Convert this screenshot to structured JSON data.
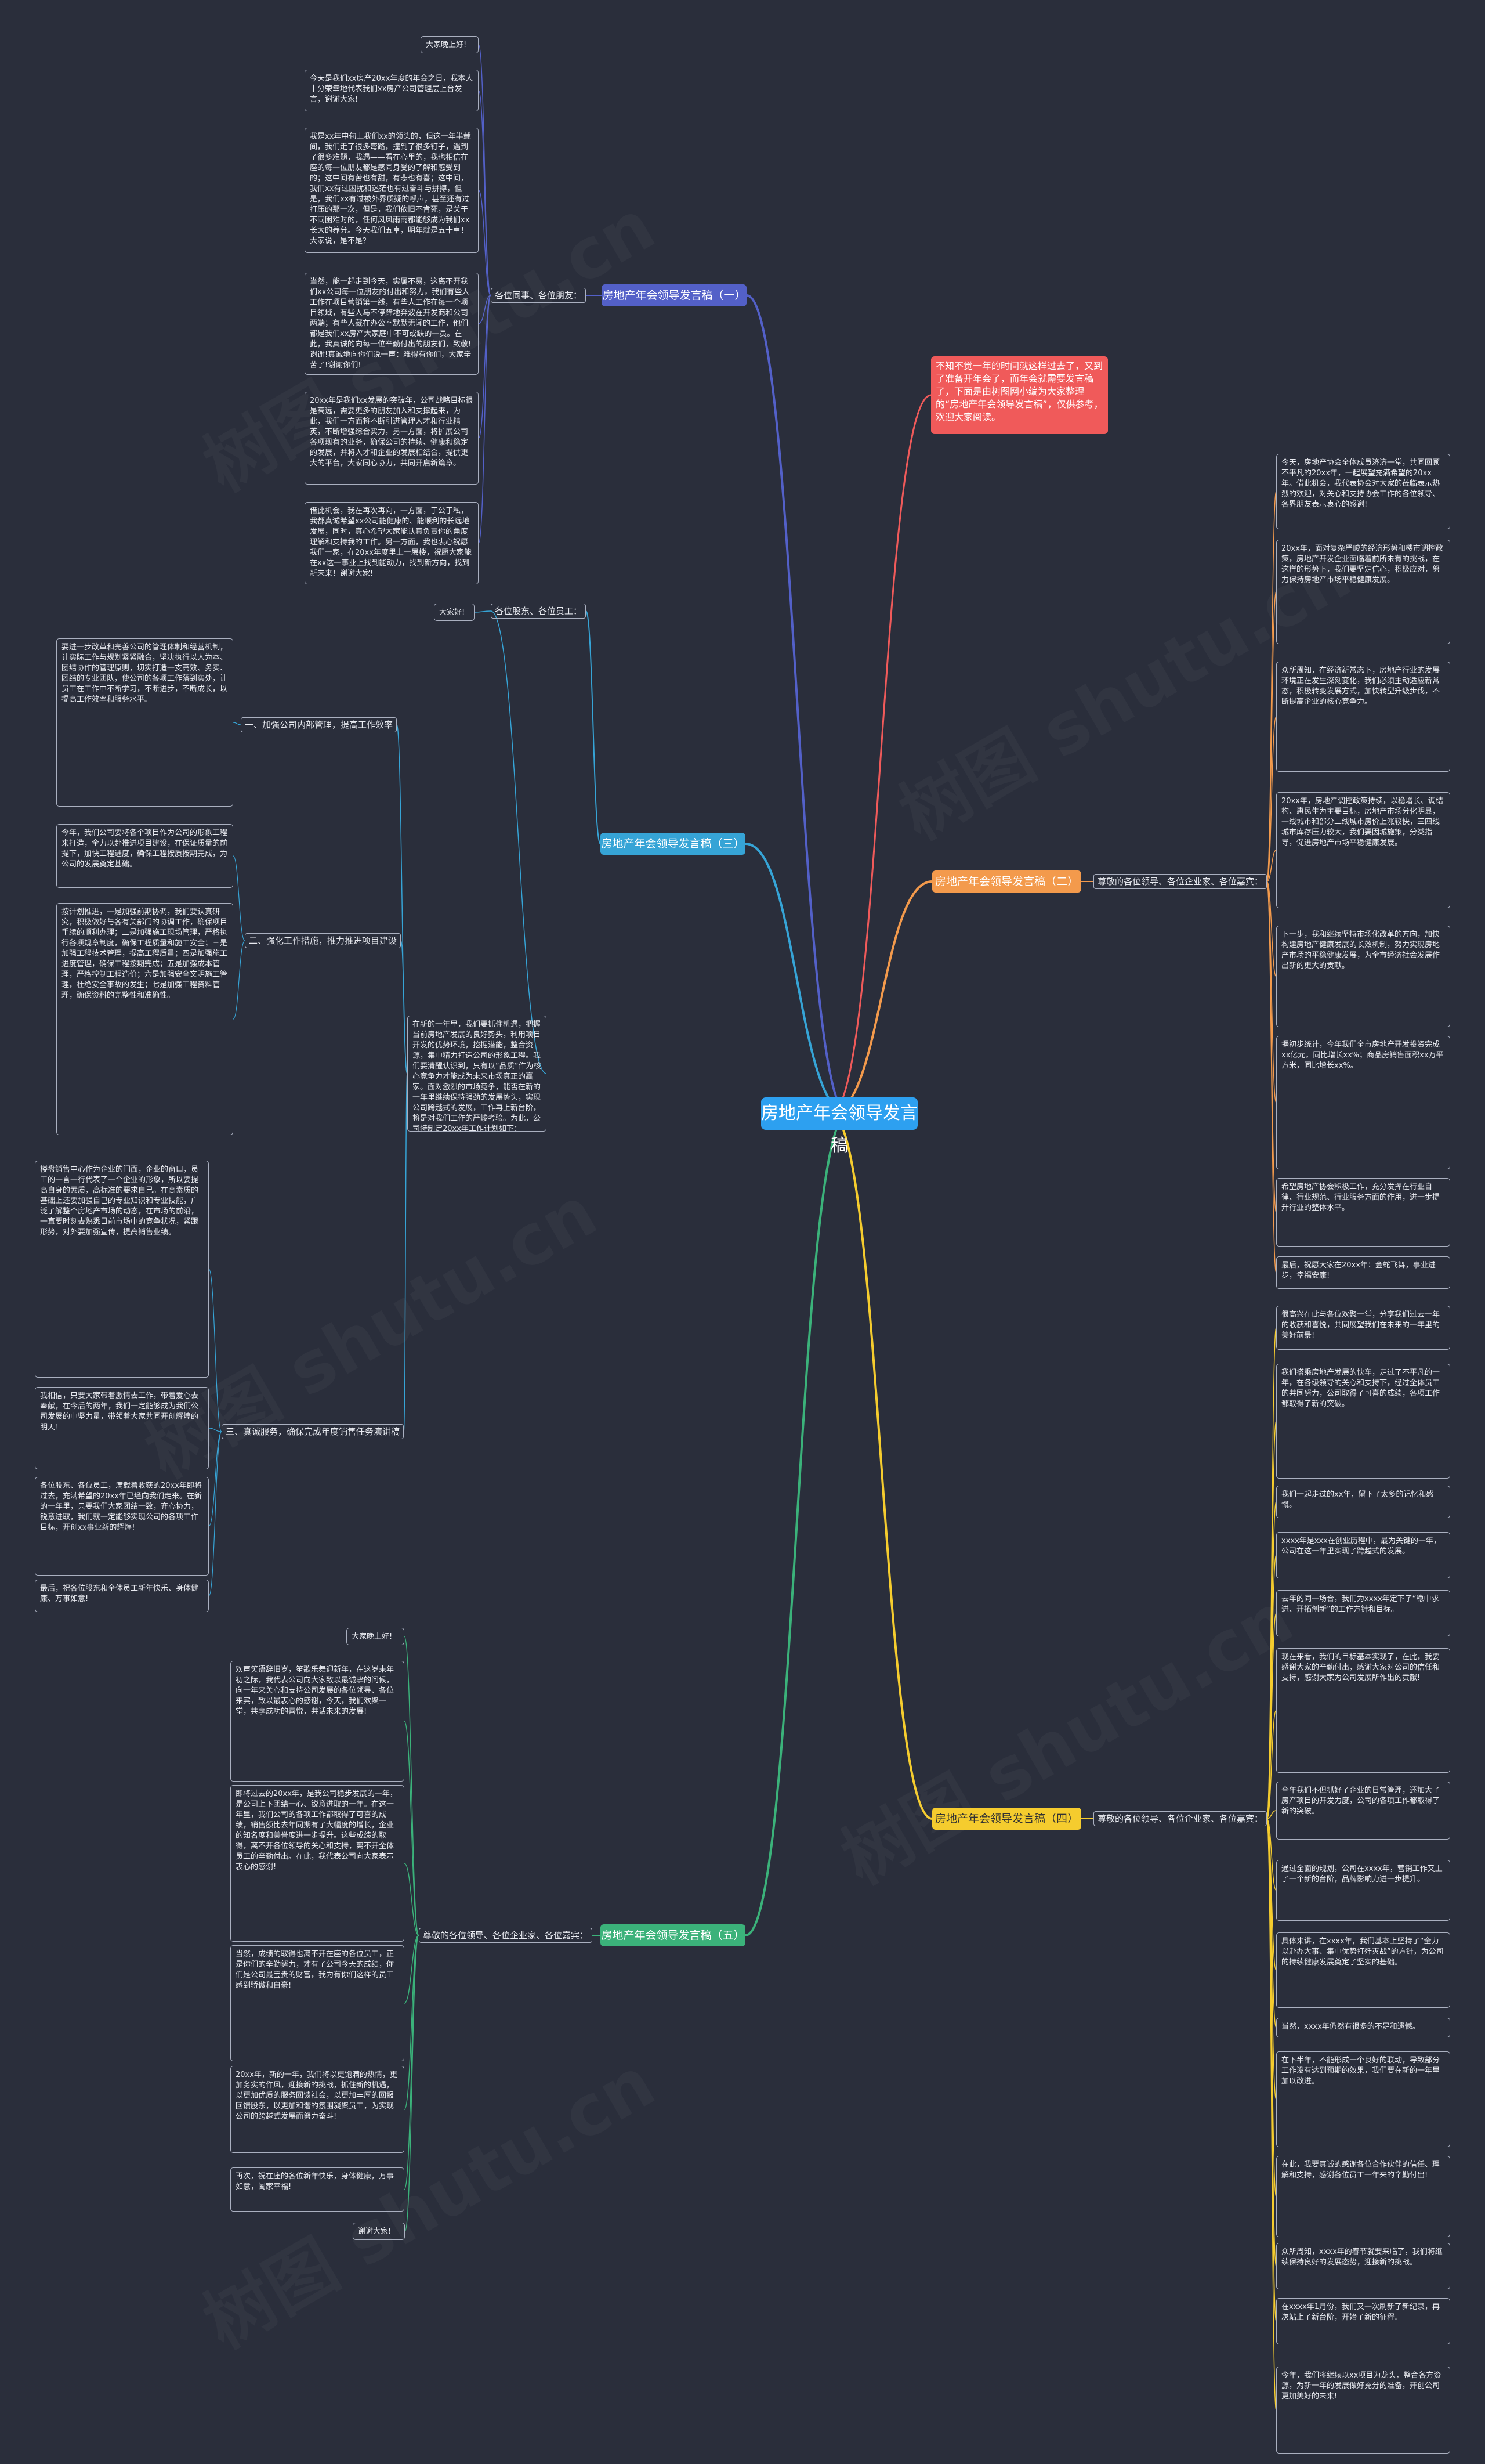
{
  "root": "房地产年会领导发言稿",
  "intro": "不知不觉一年的时间就这样过去了，又到了准备开年会了，而年会就需要发言稿了，下面是由树图网小编为大家整理的“房地产年会领导发言稿”，仅供参考，欢迎大家阅读。",
  "branches": {
    "b1": {
      "title": "房地产年会领导发言稿（一）",
      "mid": "各位同事、各位朋友：",
      "leaves": [
        "大家晚上好!",
        "今天是我们xx房产20xx年度的年会之日，我本人十分荣幸地代表我们xx房产公司管理层上台发言，谢谢大家!",
        "我是xx年中旬上我们xx的领头的，但这一年半载间，我们走了很多弯路，撞到了很多钉子，遇到了很多难题，我遇——看在心里的，我也相信在座的每一位朋友都是感同身受的了解和感受到的；这中间有苦也有甜，有悲也有喜；这中间，我们xx有过困扰和迷茫也有过奋斗与拼搏，但是，我们xx有过被外界质疑的呼声，甚至还有过打压的那一次，但是，我们依旧不肯死，是关于不同困难时的，任何风风雨雨都能够成为我们xx长大的养分。今天我们五卓，明年就是五十卓！大家说，是不是？",
        "当然，能一起走到今天，实属不易，这离不开我们xx公司每一位朋友的付出和努力，我们有些人工作在项目营销第一线，有些人工作在每一个项目领域，有些人马不停蹄地奔波在开发商和公司两端；有些人藏在办公室默默无闻的工作，他们都是我们xx房产大家庭中不可或缺的一员。在此，我真诚的向每一位辛勤付出的朋友们，致敬!谢谢!真诚地向你们说一声：难得有你们，大家辛苦了!谢谢你们!",
        "20xx年是我们xx发展的突破年，公司战略目标很是高远，需要更多的朋友加入和支撑起来，为此，我们一方面将不断引进管理人才和行业精英，不断增强综合实力，另一方面，将扩展公司各项现有的业务，确保公司的持续、健康和稳定的发展，并将人才和企业的发展相结合，提供更大的平台，大家同心协力，共同开启新篇章。",
        "借此机会，我在再次再向，一方面，于公于私，我都真诚希望xx公司能健康的、能顺利的长远地发展，同时，真心希望大家能认真负责你的角度理解和支持我的工作。另一方面，我也衷心祝愿我们一家，在20xx年度里上一层楼，祝愿大家能在xx这一事业上找到能动力，找到新方向，找到新未来！谢谢大家!"
      ]
    },
    "b3": {
      "title": "房地产年会领导发言稿（三）",
      "mid_top": "各位股东、各位员工：",
      "top_leaf": "大家好!",
      "intro_leaf": "在新的一年里，我们要抓住机遇，把握当前房地产发展的良好势头，利用项目开发的优势环境，挖掘潜能，整合资源，集中精力打造公司的形象工程。我们要清醒认识到，只有以“品质”作为核心竞争力才能成为未来市场真正的赢家。面对激烈的市场竞争，能否在新的一年里继续保持强劲的发展势头，实现公司跨越式的发展，工作再上新台阶，将是对我们工作的严峻考验。为此，公司特制定20xx年工作计划如下：",
      "subs": [
        "一、加强公司内部管理，提高工作效率",
        "二、强化工作措施，推力推进项目建设",
        "三、真诚服务，确保完成年度销售任务演讲稿"
      ],
      "leaves": [
        "要进一步改革和完善公司的管理体制和经营机制，让实际工作与规划紧紧融合，坚决执行以人为本、团结协作的管理原则，切实打造一支高效、务实、团结的专业团队，使公司的各项工作落到实处，让员工在工作中不断学习，不断进步，不断成长，以提高工作效率和服务水平。",
        "今年，我们公司要将各个项目作为公司的形象工程来打造，全力以赴推进项目建设，在保证质量的前提下，加快工程进度，确保工程按质按期完成，为公司的发展奠定基础。",
        "按计划推进，一是加强前期协调，我们要认真研究，积极做好与各有关部门的协调工作，确保项目手续的顺利办理；二是加强施工现场管理，严格执行各项规章制度，确保工程质量和施工安全；三是加强工程技术管理，提高工程质量；四是加强施工进度管理，确保工程按期完成；五是加强成本管理，严格控制工程造价；六是加强安全文明施工管理，杜绝安全事故的发生；七是加强工程资料管理，确保资料的完整性和准确性。",
        "楼盘销售中心作为企业的门面，企业的窗口，员工的一言一行代表了一个企业的形象，所以要提高自身的素质，高标准的要求自己。在高素质的基础上还要加强自己的专业知识和专业技能，广泛了解整个房地产市场的动态，在市场的前沿，一直要时刻去熟悉目前市场中的竞争状况，紧跟形势，对外要加强宣传，提高销售业绩。",
        "我相信，只要大家带着激情去工作，带着爱心去奉献，在今后的两年，我们一定能够成为我们公司发展的中坚力量，带领着大家共同开创辉煌的明天！",
        "各位股东、各位员工，满载着收获的20xx年即将过去，充满希望的20xx年已经向我们走来。在新的一年里，只要我们大家团结一致，齐心协力，锐意进取，我们就一定能够实现公司的各项工作目标，开创xx事业新的辉煌!",
        "最后，祝各位股东和全体员工新年快乐、身体健康、万事如意!"
      ]
    },
    "b5": {
      "title": "房地产年会领导发言稿（五）",
      "mid": "尊敬的各位领导、各位企业家、各位嘉宾：",
      "leaves": [
        "大家晚上好!",
        "欢声笑语辞旧岁，笙歌乐舞迎新年，在这岁末年初之际，我代表公司向大家致以最诚挚的问候，向一年来关心和支持公司发展的各位领导、各位来宾，致以最衷心的感谢，今天，我们欢聚一堂，共享成功的喜悦，共话未来的发展!",
        "即将过去的20xx年，是我公司稳步发展的一年，是公司上下团结一心、锐意进取的一年。在这一年里，我们公司的各项工作都取得了可喜的成绩，销售额比去年同期有了大幅度的增长，企业的知名度和美誉度进一步提升。这些成绩的取得，离不开各位领导的关心和支持，离不开全体员工的辛勤付出。在此，我代表公司向大家表示衷心的感谢!",
        "当然，成绩的取得也离不开在座的各位员工，正是你们的辛勤努力，才有了公司今天的成绩，你们是公司最宝贵的财富，我为有你们这样的员工感到骄傲和自豪!",
        "20xx年，新的一年，我们将以更饱满的热情，更加务实的作风，迎接新的挑战，抓住新的机遇，以更加优质的服务回馈社会，以更加丰厚的回报回馈股东，以更加和谐的氛围凝聚员工，为实现公司的跨越式发展而努力奋斗!",
        "再次，祝在座的各位新年快乐，身体健康，万事如意，阖家幸福!",
        "谢谢大家!"
      ]
    },
    "b2": {
      "title": "房地产年会领导发言稿（二）",
      "mid": "尊敬的各位领导、各位企业家、各位嘉宾：",
      "leaves": [
        "今天，房地产协会全体成员济济一堂，共同回顾不平凡的20xx年，一起展望充满希望的20xx年。借此机会，我代表协会对大家的莅临表示热烈的欢迎，对关心和支持协会工作的各位领导、各界朋友表示衷心的感谢!",
        "20xx年，面对复杂严峻的经济形势和楼市调控政策，房地产开发企业面临着前所未有的挑战，在这样的形势下，我们要坚定信心，积极应对，努力保持房地产市场平稳健康发展。",
        "众所周知，在经济新常态下，房地产行业的发展环境正在发生深刻变化，我们必须主动适应新常态，积极转变发展方式，加快转型升级步伐，不断提高企业的核心竞争力。",
        "20xx年，房地产调控政策持续，以稳增长、调结构、惠民生为主要目标，房地产市场分化明显，一线城市和部分二线城市房价上涨较快，三四线城市库存压力较大，我们要因城施策，分类指导，促进房地产市场平稳健康发展。",
        "下一步，我和继续坚持市场化改革的方向，加快构建房地产健康发展的长效机制，努力实现房地产市场的平稳健康发展，为全市经济社会发展作出新的更大的贡献。",
        "据初步统计，今年我们全市房地产开发投资完成xx亿元，同比增长xx%；商品房销售面积xx万平方米，同比增长xx%。",
        "希望房地产协会积极工作，充分发挥在行业自律、行业规范、行业服务方面的作用，进一步提升行业的整体水平。",
        "最后，祝愿大家在20xx年：金蛇飞舞，事业进步，幸福安康!"
      ]
    },
    "b4": {
      "title": "房地产年会领导发言稿（四）",
      "mid": "尊敬的各位领导、各位企业家、各位嘉宾：",
      "leaves": [
        "很高兴在此与各位欢聚一堂，分享我们过去一年的收获和喜悦，共同展望我们在未来的一年里的美好前景!",
        "我们搭乘房地产发展的快车，走过了不平凡的一年，在各级领导的关心和支持下，经过全体员工的共同努力，公司取得了可喜的成绩，各项工作都取得了新的突破。",
        "我们一起走过的xx年，留下了太多的记忆和感慨。",
        "xxxx年是xxx在创业历程中，最为关键的一年，公司在这一年里实现了跨越式的发展。",
        "去年的同一场合，我们为xxxx年定下了“稳中求进、开拓创新”的工作方针和目标。",
        "现在来看，我们的目标基本实现了，在此，我要感谢大家的辛勤付出，感谢大家对公司的信任和支持，感谢大家为公司发展所作出的贡献!",
        "全年我们不但抓好了企业的日常管理，还加大了房产项目的开发力度，公司的各项工作都取得了新的突破。",
        "通过全面的规划，公司在xxxx年，营销工作又上了一个新的台阶，品牌影响力进一步提升。",
        "具体来讲，在xxxx年，我们基本上坚持了“全力以赴办大事、集中优势打歼灭战”的方针，为公司的持续健康发展奠定了坚实的基础。",
        "当然，xxxx年仍然有很多的不足和遗憾。",
        "在下半年，不能形成一个良好的联动，导致部分工作没有达到预期的效果，我们要在新的一年里加以改进。",
        "在此，我要真诚的感谢各位合作伙伴的信任、理解和支持，感谢各位员工一年来的辛勤付出!",
        "众所周知，xxxx年的春节就要来临了，我们将继续保持良好的发展态势，迎接新的挑战。",
        "在xxxx年1月份，我们又一次刷新了新纪录，再次站上了新台阶，开始了新的征程。",
        "今年，我们将继续以xx项目为龙头，整合各方资源，为新一年的发展做好充分的准备，开创公司更加美好的未来!"
      ]
    }
  }
}
